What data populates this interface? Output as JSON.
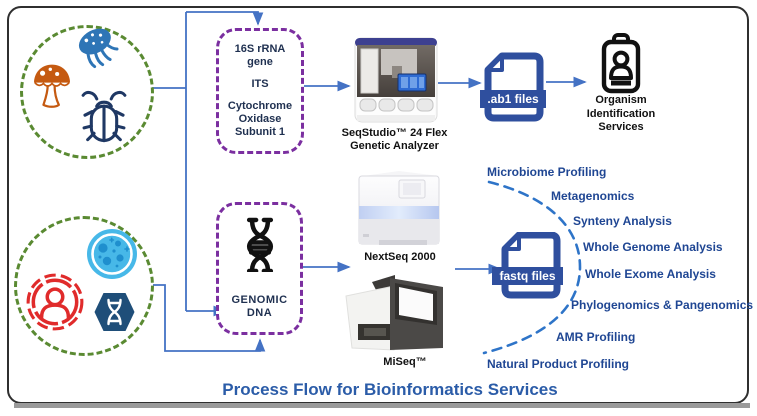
{
  "diagram": {
    "title": "Process Flow for Bioinformatics Services"
  },
  "inputs": {
    "environmental_samples": {
      "icons": [
        "jellyfish-icon",
        "mushroom-icon",
        "beetle-icon"
      ]
    },
    "clinical_samples": {
      "icons": [
        "human-icon",
        "microbes-plate-icon",
        "dna-hexagon-icon"
      ]
    }
  },
  "targets": {
    "marker_genes": {
      "line1": "16S rRNA gene",
      "line2": "ITS",
      "line3": "Cytochrome Oxidase Subunit 1"
    },
    "genomic_dna": {
      "label": "GENOMIC DNA",
      "icon": "dna-helix-icon"
    }
  },
  "instruments": {
    "seqstudio": {
      "line1": "SeqStudio™ 24 Flex",
      "line2": "Genetic Analyzer"
    },
    "nextseq": {
      "label": "NextSeq 2000"
    },
    "miseq": {
      "label": "MiSeq™"
    }
  },
  "files": {
    "ab1": {
      "label": ".ab1 files",
      "icon": "document-file-icon"
    },
    "fastq": {
      "label": "fastq files",
      "icon": "document-file-icon"
    }
  },
  "outputs": {
    "organism_identification": {
      "line1": "Organism",
      "line2": "Identification",
      "line3": "Services",
      "icon": "id-badge-icon"
    },
    "services": [
      "Microbiome Profiling",
      "Metagenomics",
      "Synteny Analysis",
      "Whole Genome Analysis",
      "Whole Exome Analysis",
      "Phylogenomics & Pangenomics",
      "AMR Profiling",
      "Natural Product Profiling"
    ]
  },
  "colors": {
    "arrow_blue": "#4472C4",
    "dashed_purple": "#7B2FA0",
    "dashed_green": "#5A8A32",
    "file_blue": "#2F4F9E",
    "services_text": "#1F4693",
    "title_blue": "#2B5CA8"
  }
}
